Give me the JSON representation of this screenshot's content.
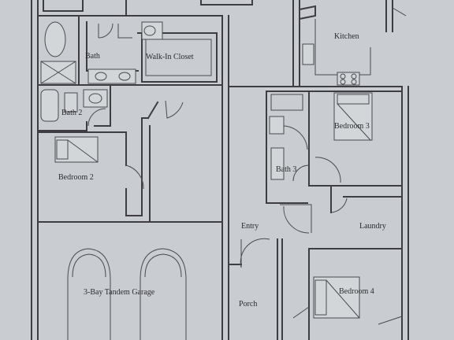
{
  "rooms": {
    "kitchen": "Kitchen",
    "bath": "Bath",
    "walk_in_closet": "Walk-In Closet",
    "bath_2": "Bath 2",
    "bedroom_2": "Bedroom 2",
    "bedroom_3": "Bedroom 3",
    "bath_3": "Bath 3",
    "entry": "Entry",
    "laundry": "Laundry",
    "garage": "3-Bay Tandem Garage",
    "porch": "Porch",
    "bedroom_4": "Bedroom 4"
  }
}
